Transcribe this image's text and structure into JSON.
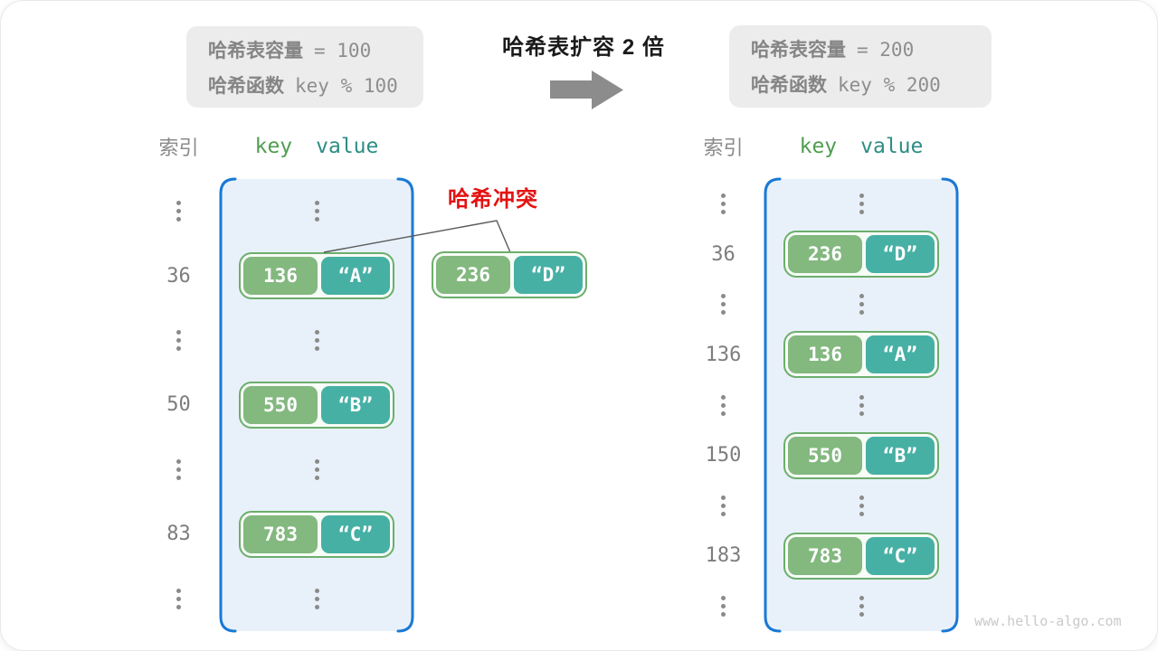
{
  "header": {
    "before_box": {
      "capacity_label": "哈希表容量",
      "capacity_value": "= 100",
      "function_label": "哈希函数",
      "function_value": "key % 100"
    },
    "expand_label": "哈希表扩容 2 倍",
    "arrow_icon": "right-arrow",
    "after_box": {
      "capacity_label": "哈希表容量",
      "capacity_value": "= 200",
      "function_label": "哈希函数",
      "function_value": "key % 200"
    }
  },
  "collision": {
    "label": "哈希冲突",
    "pair": {
      "key": "236",
      "value": "“D”"
    }
  },
  "tables": {
    "before": {
      "index_header": "索引",
      "key_header": "key",
      "value_header": "value",
      "rows": [
        {
          "type": "ellipsis"
        },
        {
          "type": "pair",
          "index": "36",
          "key": "136",
          "value": "“A”"
        },
        {
          "type": "ellipsis"
        },
        {
          "type": "pair",
          "index": "50",
          "key": "550",
          "value": "“B”"
        },
        {
          "type": "ellipsis"
        },
        {
          "type": "pair",
          "index": "83",
          "key": "783",
          "value": "“C”"
        },
        {
          "type": "ellipsis"
        }
      ]
    },
    "after": {
      "index_header": "索引",
      "key_header": "key",
      "value_header": "value",
      "rows": [
        {
          "type": "ellipsis"
        },
        {
          "type": "pair",
          "index": "36",
          "key": "236",
          "value": "“D”"
        },
        {
          "type": "ellipsis"
        },
        {
          "type": "pair",
          "index": "136",
          "key": "136",
          "value": "“A”"
        },
        {
          "type": "ellipsis"
        },
        {
          "type": "pair",
          "index": "150",
          "key": "550",
          "value": "“B”"
        },
        {
          "type": "ellipsis"
        },
        {
          "type": "pair",
          "index": "183",
          "key": "783",
          "value": "“C”"
        },
        {
          "type": "ellipsis"
        }
      ]
    }
  },
  "watermark": "www.hello-algo.com",
  "colors": {
    "accent_blue": "#1a79d4",
    "table_fill": "#e8f1fa",
    "pair_border": "#6cae6c",
    "pair_bg": "#f7fcf6",
    "key_bg": "#83b87f",
    "value_bg": "#47b0a5",
    "key_header_green": "#4f9e4f",
    "value_header_teal": "#2d8d83",
    "gray_text": "#8a8a8a",
    "index_text": "#7d7d7d",
    "dark_text": "#1a1a1a",
    "red": "#e31212",
    "dot": "#8a8a8a",
    "arrow": "#8c8c8c",
    "info_box_bg": "#ececec",
    "line": "#5a5a5a",
    "watermark": "#c9c9c9"
  }
}
